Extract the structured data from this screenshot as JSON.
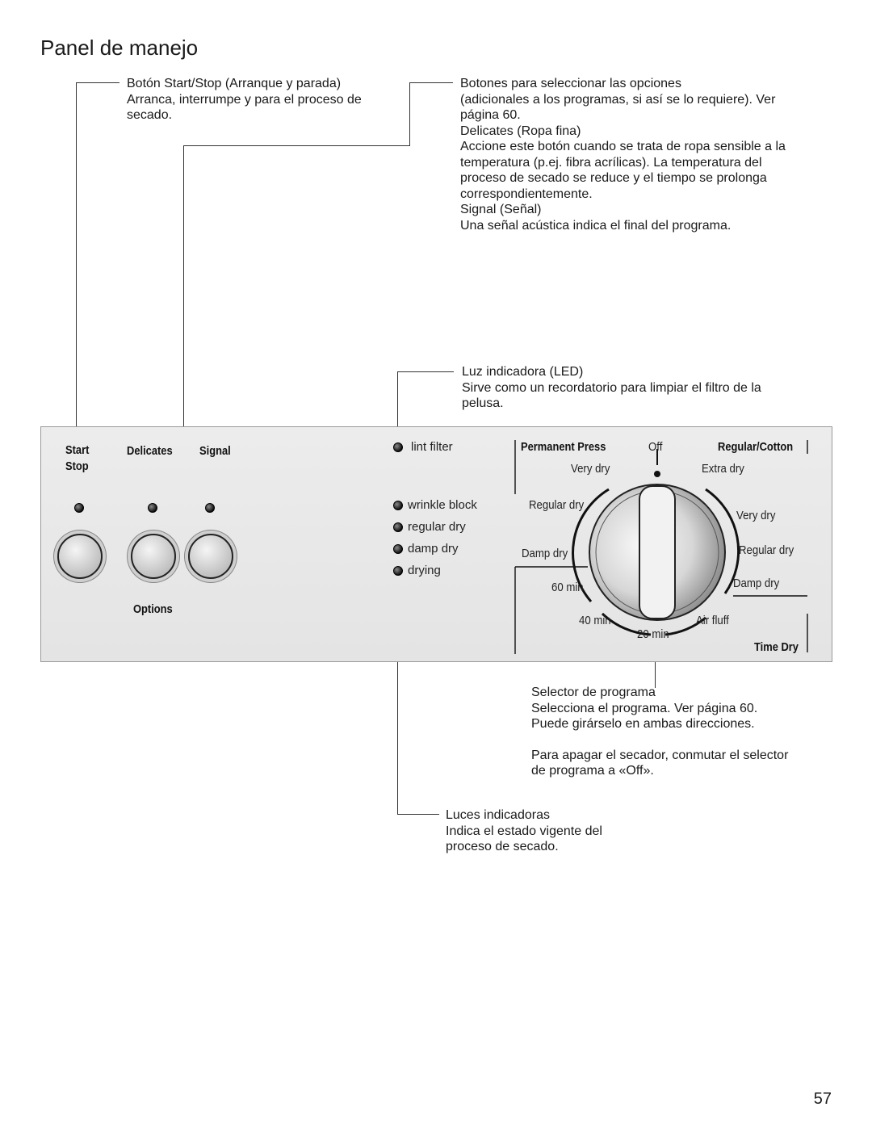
{
  "title": "Panel de manejo",
  "callouts": {
    "start_stop": {
      "heading": "Botón Start/Stop",
      "heading_suffix": " (Arranque y parada)",
      "body": "Arranca, interrumpe y para el proceso de secado."
    },
    "options": {
      "heading": "Botones para seleccionar las opciones",
      "body": "(adicionales a los programas, si así se lo requiere). Ver página 60.",
      "delicates_heading": "Delicates (Ropa fina)",
      "delicates_body": "Accione este botón cuando se trata de ropa sensible a la temperatura (p.ej. fibra acrílicas). La temperatura del proceso de secado se reduce y el tiempo se prolonga correspondientemente.",
      "signal_heading": "Signal (Señal)",
      "signal_body": "Una señal acústica indica el final del programa."
    },
    "led": {
      "heading": "Luz indicadora (LED)",
      "body": "Sirve como un recordatorio para limpiar el filtro de la pelusa."
    },
    "selector": {
      "heading": "Selector de programa",
      "body": "Selecciona el programa. Ver página 60. Puede girárselo en ambas direcciones.",
      "note": "Para apagar el secador, conmutar el selector de programa a «Off»."
    },
    "indicators": {
      "heading": "Luces indicadoras",
      "body": "Indica el estado vigente del proceso de secado."
    }
  },
  "panel": {
    "start_label": "Start",
    "stop_label": "Stop",
    "delicates_label": "Delicates",
    "signal_label": "Signal",
    "options_label": "Options",
    "lint_filter": "lint filter",
    "status": [
      "wrinkle block",
      "regular dry",
      "damp dry",
      "drying"
    ],
    "dial": {
      "permanent_press": "Permanent Press",
      "off": "Off",
      "regular_cotton": "Regular/Cotton",
      "time_dry": "Time Dry",
      "pp_very_dry": "Very dry",
      "pp_regular_dry": "Regular dry",
      "pp_damp_dry": "Damp dry",
      "rc_extra_dry": "Extra dry",
      "rc_very_dry": "Very dry",
      "rc_regular_dry": "Regular dry",
      "rc_damp_dry": "Damp dry",
      "t60": "60 min",
      "t40": "40 min",
      "t20": "20 min",
      "air_fluff": "Air fluff"
    }
  },
  "page_number": "57"
}
